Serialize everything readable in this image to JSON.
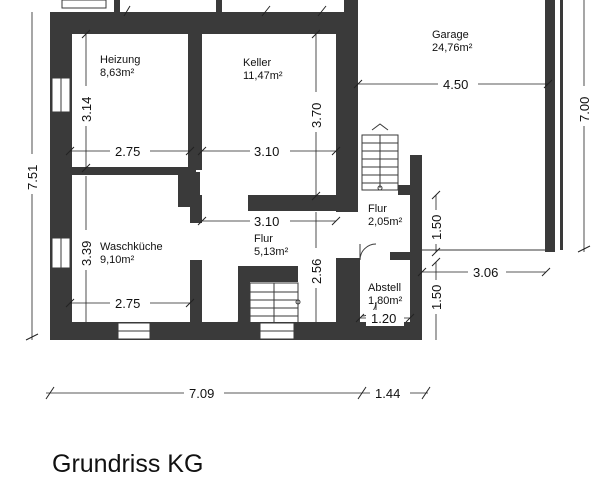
{
  "title": "Grundriss KG",
  "rooms": {
    "heizung": {
      "name": "Heizung",
      "area": "8,63m²"
    },
    "keller": {
      "name": "Keller",
      "area": "11,47m²"
    },
    "garage": {
      "name": "Garage",
      "area": "24,76m²"
    },
    "flur_small": {
      "name": "Flur",
      "area": "2,05m²"
    },
    "waschkueche": {
      "name": "Waschküche",
      "area": "9,10m²"
    },
    "flur_main": {
      "name": "Flur",
      "area": "5,13m²"
    },
    "abstell": {
      "name": "Abstell",
      "area": "1,80m²"
    }
  },
  "dims": {
    "heizung_width": "2.75",
    "keller_width": "3.10",
    "flur_width": "3.10",
    "wasch_width": "2.75",
    "garage_width": "4.50",
    "heizung_height": "3.14",
    "keller_height": "3.70",
    "wasch_height": "3.39",
    "flur_height": "2.56",
    "total_height": "7.51",
    "garage_height": "7.00",
    "flur_small_height": "1.50",
    "abstell_height": "1.50",
    "abstell_width": "1.20",
    "garage_lower": "3.06",
    "bottom_main": "7.09",
    "bottom_side": "1.44"
  }
}
